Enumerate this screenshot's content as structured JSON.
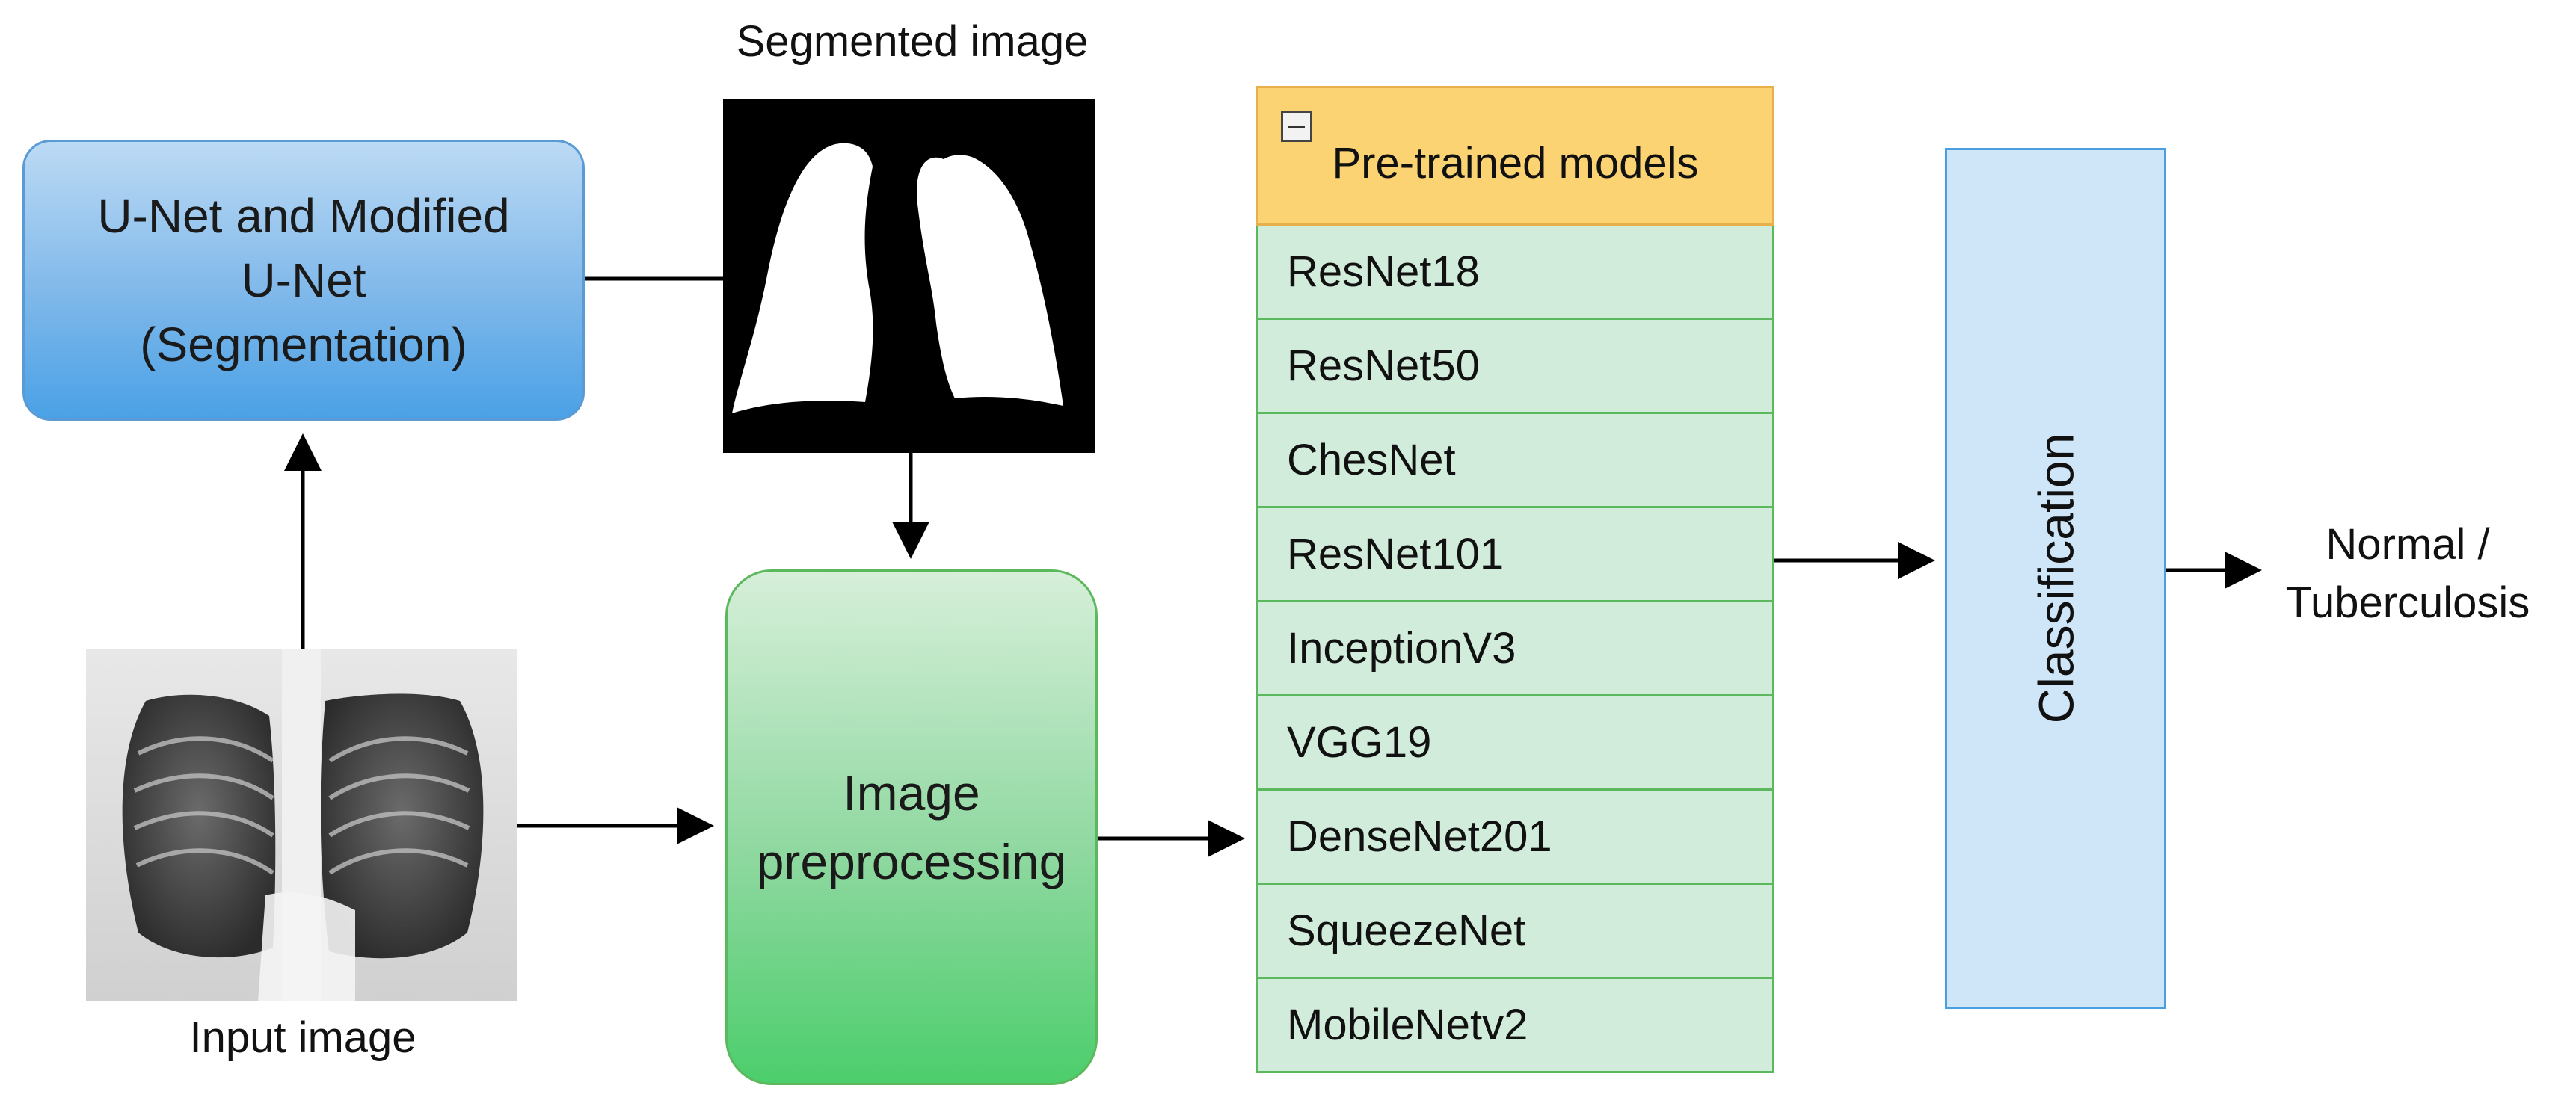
{
  "unet": {
    "label": "U-Net and Modified\nU-Net\n(Segmentation)"
  },
  "segmented": {
    "title": "Segmented image"
  },
  "preprocessing": {
    "label": "Image\npreprocessing"
  },
  "input": {
    "label": "Input image"
  },
  "models": {
    "header": "Pre-trained models",
    "items": [
      "ResNet18",
      "ResNet50",
      "ChesNet",
      "ResNet101",
      "InceptionV3",
      "VGG19",
      "DenseNet201",
      "SqueezeNet",
      "MobileNetv2"
    ]
  },
  "classification": {
    "label": "Classification"
  },
  "output": {
    "label": "Normal /\nTuberculosis"
  },
  "colors": {
    "unet_fill": "#7fb8ea",
    "preprocessing_fill": "#8fd8a0",
    "models_header": "#fcd372",
    "models_rows": "#d2ecdb",
    "classification_fill": "#cfe6f8"
  }
}
